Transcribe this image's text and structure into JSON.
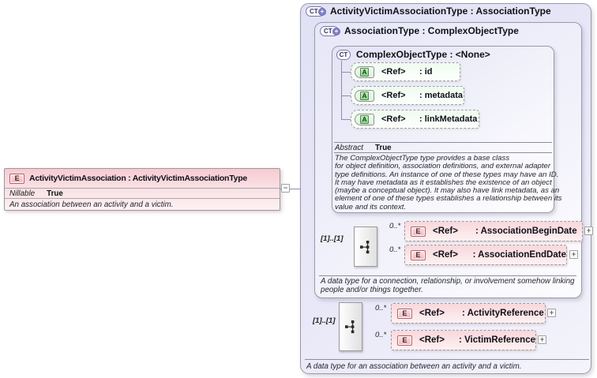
{
  "icons": {
    "element_badge": "E",
    "attribute_badge": "A",
    "complex_type_badge": "CT",
    "derived_plus": "+",
    "expand": "+",
    "collapse": "−"
  },
  "element": {
    "title": "ActivityVictimAssociation : ActivityVictimAssociationType",
    "facet_name": "Nillable",
    "facet_value": "True",
    "description": "An association between an activity and a victim."
  },
  "activity_victim_association_type": {
    "title": "ActivityVictimAssociationType : AssociationType",
    "description": "A data type for an association between an activity and a victim."
  },
  "association_type": {
    "title": "AssociationType : ComplexObjectType",
    "description_lines": [
      "A data type for a connection, relationship, or involvement somehow linking",
      "people and/or things together."
    ]
  },
  "complex_object_type": {
    "title": "ComplexObjectType : <None>",
    "facet_name": "Abstract",
    "facet_value": "True",
    "description_lines": [
      "The ComplexObjectType type provides a base class",
      "for object definition, association definitions, and external adapter",
      "type definitions. An instance of one of these types may have an ID.",
      "It may have metadata as it establishes the existence of an object",
      "(maybe a conceptual object). It may also have link metadata, as an",
      "element of one of these types establishes a relationship between its",
      "value and its context."
    ],
    "attributes": [
      {
        "ref": "<Ref>",
        "name": ": id"
      },
      {
        "ref": "<Ref>",
        "name": ": metadata"
      },
      {
        "ref": "<Ref>",
        "name": ": linkMetadata"
      }
    ]
  },
  "groups": [
    {
      "cardinality": "[1]..[1]",
      "children": [
        {
          "occurs": "0..*",
          "ref": "<Ref>",
          "name": ": AssociationBeginDate"
        },
        {
          "occurs": "0..*",
          "ref": "<Ref>",
          "name": ": AssociationEndDate"
        }
      ]
    },
    {
      "cardinality": "[1]..[1]",
      "children": [
        {
          "occurs": "0..*",
          "ref": "<Ref>",
          "name": ": ActivityReference"
        },
        {
          "occurs": "0..*",
          "ref": "<Ref>",
          "name": ": VictimReference"
        }
      ]
    }
  ],
  "colors": {
    "type_box_fill": "#e4e4f7",
    "element_fill": "#f9d7db",
    "element_badge_border": "#b06066",
    "attribute_fill": "#effbef",
    "attribute_badge": "#8ad287",
    "ct_badge_dot": "#8282cc",
    "connector_line": "#9898a8"
  }
}
